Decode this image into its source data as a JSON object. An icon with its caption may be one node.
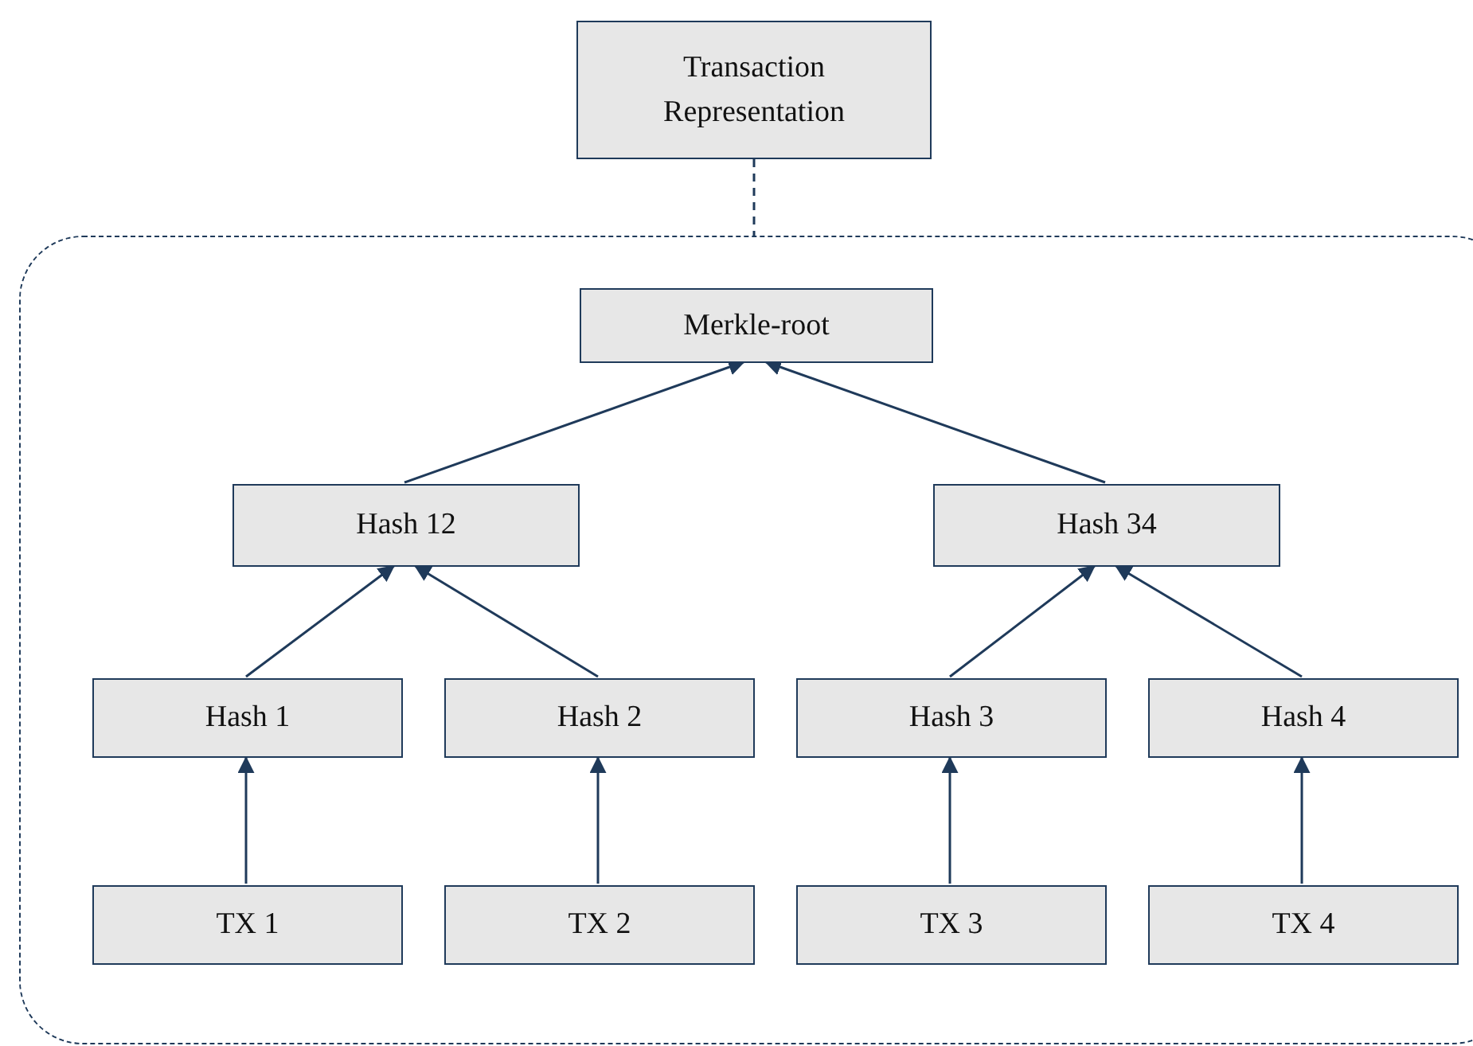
{
  "diagram": {
    "nodes": [
      {
        "text": [
          "Transaction Representation"
        ]
      },
      {
        "text": [],
        "shape": "box"
      },
      {
        "text": [
          "Merkle-root"
        ],
        "in": 1
      },
      {
        "text": [
          "Hash 12"
        ],
        "in": 1
      },
      {
        "text": [
          "Hash 34"
        ],
        "in": 1
      },
      {
        "text": [
          "Hash 1"
        ],
        "in": 1
      },
      {
        "text": [
          "Hash 2"
        ],
        "in": 1
      },
      {
        "text": [
          "Hash 3"
        ],
        "in": 1
      },
      {
        "text": [
          "Hash 4"
        ],
        "in": 1
      },
      {
        "text": [
          "TX 1"
        ],
        "in": 1
      },
      {
        "text": [
          "TX 2"
        ],
        "in": 1
      },
      {
        "text": [
          "TX 3"
        ],
        "in": 1
      },
      {
        "text": [
          "TX 4"
        ],
        "in": 1
      }
    ],
    "edges": [
      {
        "from": 0,
        "to": 1,
        "arrow": "none",
        "style": "dashed"
      },
      {
        "from": 3,
        "to": 2,
        "arrow": "to"
      },
      {
        "from": 4,
        "to": 2,
        "arrow": "to"
      },
      {
        "from": 5,
        "to": 3,
        "arrow": "to"
      },
      {
        "from": 6,
        "to": 3,
        "arrow": "to"
      },
      {
        "from": 7,
        "to": 4,
        "arrow": "to"
      },
      {
        "from": 8,
        "to": 4,
        "arrow": "to"
      },
      {
        "from": 9,
        "to": 5,
        "arrow": "to"
      },
      {
        "from": 10,
        "to": 6,
        "arrow": "to"
      },
      {
        "from": 11,
        "to": 7,
        "arrow": "to"
      },
      {
        "from": 12,
        "to": 8,
        "arrow": "to"
      }
    ]
  }
}
